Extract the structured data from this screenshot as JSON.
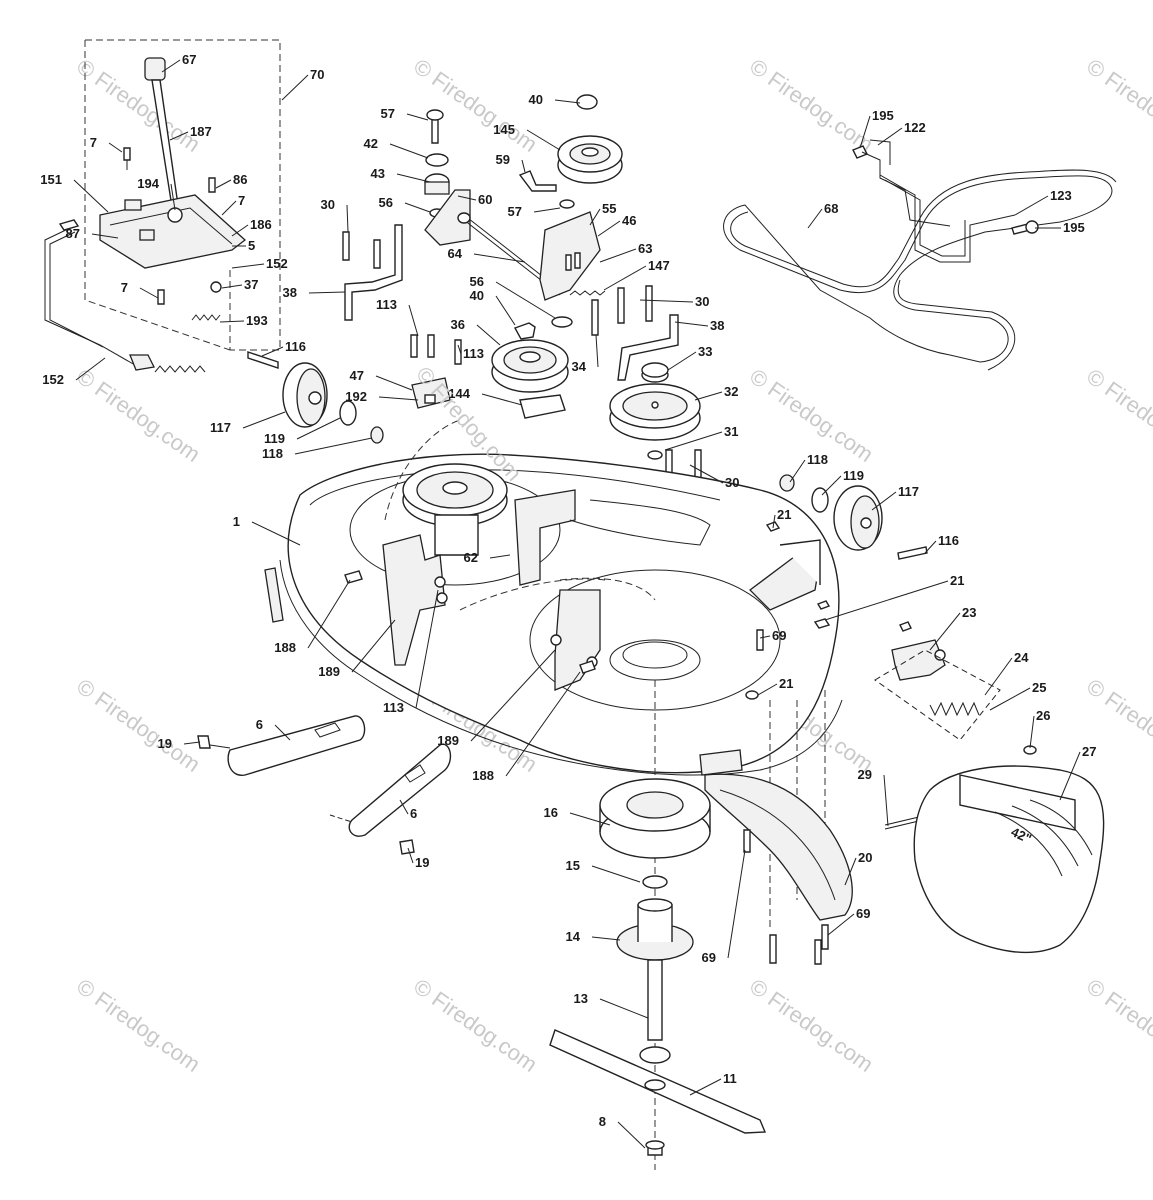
{
  "diagram": {
    "callouts": [
      {
        "id": "c67",
        "text": "67"
      },
      {
        "id": "c70",
        "text": "70"
      },
      {
        "id": "c187",
        "text": "187"
      },
      {
        "id": "c7a",
        "text": "7"
      },
      {
        "id": "c151",
        "text": "151"
      },
      {
        "id": "c194",
        "text": "194"
      },
      {
        "id": "c86",
        "text": "86"
      },
      {
        "id": "c7b",
        "text": "7"
      },
      {
        "id": "c186",
        "text": "186"
      },
      {
        "id": "c87",
        "text": "87"
      },
      {
        "id": "c5",
        "text": "5"
      },
      {
        "id": "c152a",
        "text": "152"
      },
      {
        "id": "c37",
        "text": "37"
      },
      {
        "id": "c7c",
        "text": "7"
      },
      {
        "id": "c193",
        "text": "193"
      },
      {
        "id": "c152b",
        "text": "152"
      },
      {
        "id": "c116a",
        "text": "116"
      },
      {
        "id": "c117a",
        "text": "117"
      },
      {
        "id": "c119a",
        "text": "119"
      },
      {
        "id": "c118a",
        "text": "118"
      },
      {
        "id": "c57a",
        "text": "57"
      },
      {
        "id": "c42",
        "text": "42"
      },
      {
        "id": "c43",
        "text": "43"
      },
      {
        "id": "c60",
        "text": "60"
      },
      {
        "id": "c56a",
        "text": "56"
      },
      {
        "id": "c30a",
        "text": "30"
      },
      {
        "id": "c38a",
        "text": "38"
      },
      {
        "id": "c113a",
        "text": "113"
      },
      {
        "id": "c113b",
        "text": "113"
      },
      {
        "id": "c47",
        "text": "47"
      },
      {
        "id": "c192",
        "text": "192"
      },
      {
        "id": "c40a",
        "text": "40"
      },
      {
        "id": "c145",
        "text": "145"
      },
      {
        "id": "c59",
        "text": "59"
      },
      {
        "id": "c57b",
        "text": "57"
      },
      {
        "id": "c55",
        "text": "55"
      },
      {
        "id": "c46",
        "text": "46"
      },
      {
        "id": "c64",
        "text": "64"
      },
      {
        "id": "c63",
        "text": "63"
      },
      {
        "id": "c147",
        "text": "147"
      },
      {
        "id": "c56b",
        "text": "56"
      },
      {
        "id": "c40b",
        "text": "40"
      },
      {
        "id": "c30b",
        "text": "30"
      },
      {
        "id": "c38b",
        "text": "38"
      },
      {
        "id": "c36",
        "text": "36"
      },
      {
        "id": "c34",
        "text": "34"
      },
      {
        "id": "c33",
        "text": "33"
      },
      {
        "id": "c32",
        "text": "32"
      },
      {
        "id": "c144",
        "text": "144"
      },
      {
        "id": "c31",
        "text": "31"
      },
      {
        "id": "c30c",
        "text": "30"
      },
      {
        "id": "c195a",
        "text": "195"
      },
      {
        "id": "c122",
        "text": "122"
      },
      {
        "id": "c123",
        "text": "123"
      },
      {
        "id": "c68",
        "text": "68"
      },
      {
        "id": "c195b",
        "text": "195"
      },
      {
        "id": "c118b",
        "text": "118"
      },
      {
        "id": "c119b",
        "text": "119"
      },
      {
        "id": "c117b",
        "text": "117"
      },
      {
        "id": "c21a",
        "text": "21"
      },
      {
        "id": "c116b",
        "text": "116"
      },
      {
        "id": "c21b",
        "text": "21"
      },
      {
        "id": "c23",
        "text": "23"
      },
      {
        "id": "c69a",
        "text": "69"
      },
      {
        "id": "c21c",
        "text": "21"
      },
      {
        "id": "c24",
        "text": "24"
      },
      {
        "id": "c25",
        "text": "25"
      },
      {
        "id": "c26",
        "text": "26"
      },
      {
        "id": "c1",
        "text": "1"
      },
      {
        "id": "c62",
        "text": "62"
      },
      {
        "id": "c188a",
        "text": "188"
      },
      {
        "id": "c189a",
        "text": "189"
      },
      {
        "id": "c113c",
        "text": "113"
      },
      {
        "id": "c189b",
        "text": "189"
      },
      {
        "id": "c188b",
        "text": "188"
      },
      {
        "id": "c6a",
        "text": "6"
      },
      {
        "id": "c19a",
        "text": "19"
      },
      {
        "id": "c6b",
        "text": "6"
      },
      {
        "id": "c19b",
        "text": "19"
      },
      {
        "id": "c16",
        "text": "16"
      },
      {
        "id": "c15",
        "text": "15"
      },
      {
        "id": "c14",
        "text": "14"
      },
      {
        "id": "c13",
        "text": "13"
      },
      {
        "id": "c11",
        "text": "11"
      },
      {
        "id": "c8",
        "text": "8"
      },
      {
        "id": "c29",
        "text": "29"
      },
      {
        "id": "c27",
        "text": "27"
      },
      {
        "id": "c20",
        "text": "20"
      },
      {
        "id": "c69b",
        "text": "69"
      },
      {
        "id": "c69c",
        "text": "69"
      }
    ],
    "watermark_text": "© Firedog.com",
    "center_watermark_text": "© Firedog.com",
    "cover_badge": "42\""
  }
}
